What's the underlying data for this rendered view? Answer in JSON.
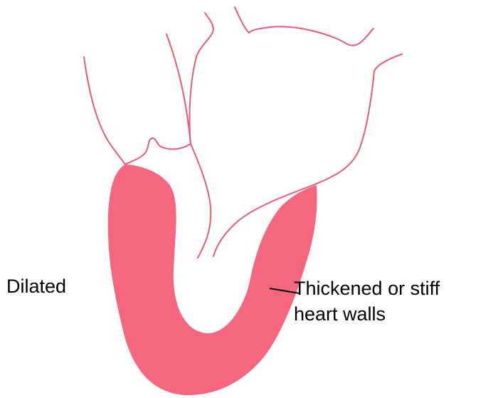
{
  "labels": {
    "left": "Dilated",
    "right_line1": "Thickened or stiff",
    "right_line2": "heart walls"
  },
  "colors": {
    "wall_fill": "#f4677f",
    "outline": "#ea5a77",
    "pointer": "#000000",
    "background": "#ffffff"
  }
}
